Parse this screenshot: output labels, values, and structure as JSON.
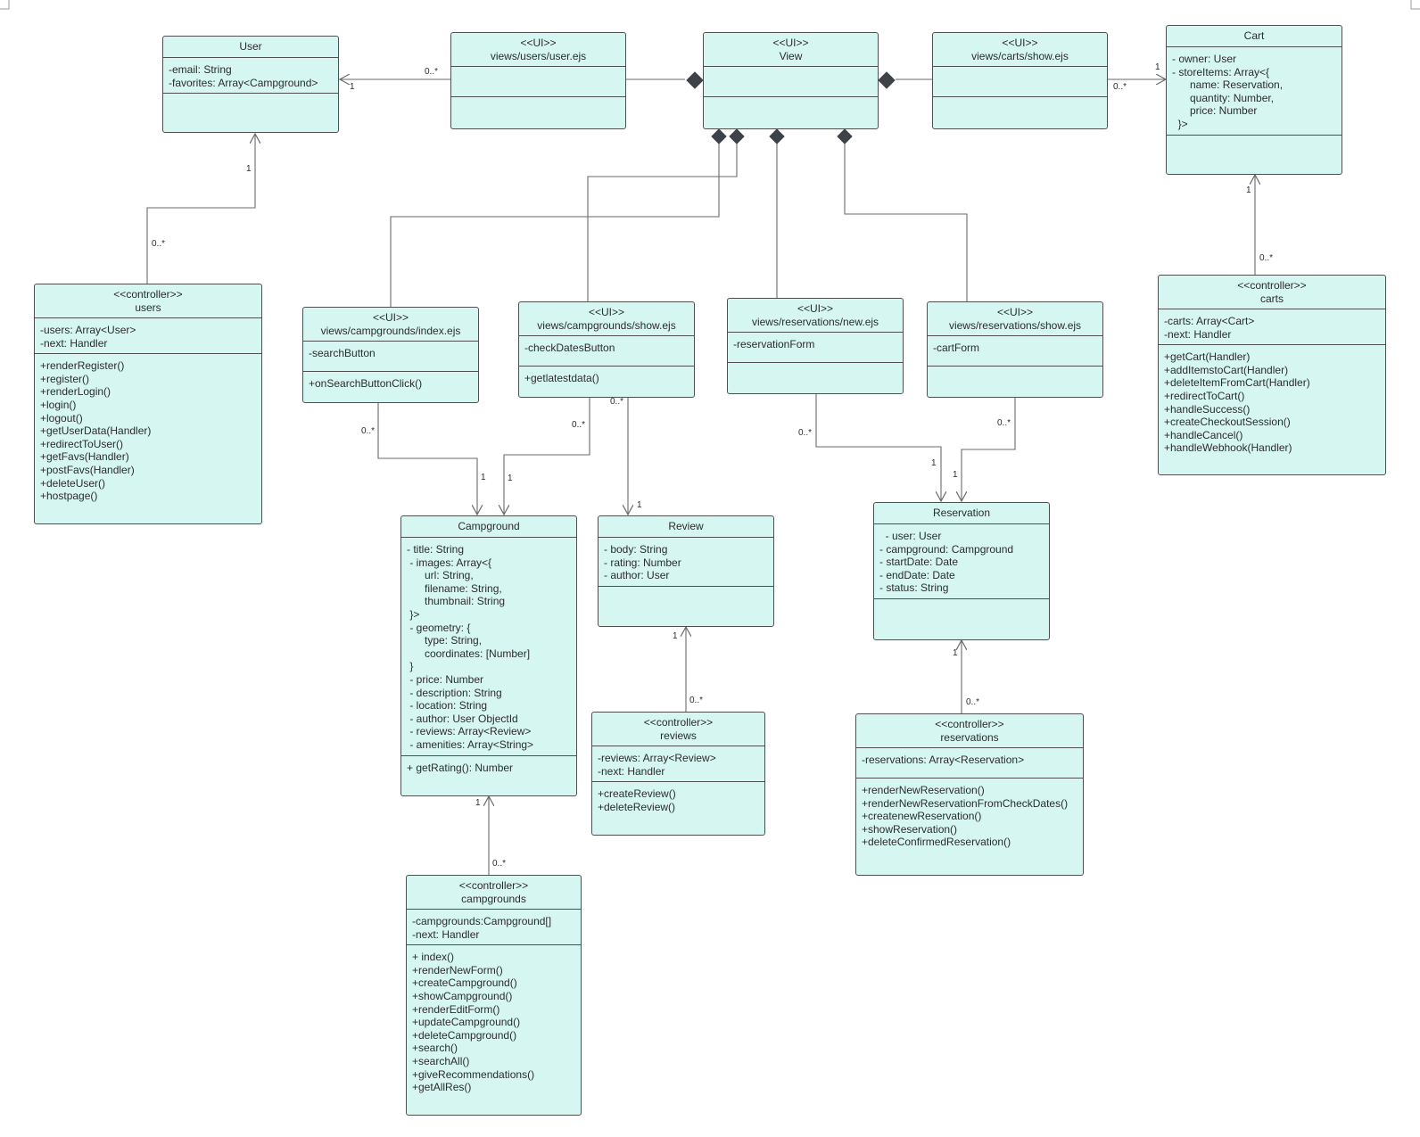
{
  "classes": {
    "user": {
      "stereo": "",
      "name": "User",
      "attrs": [
        "-email: String",
        "-favorites: Array<Campground>"
      ],
      "methods": []
    },
    "user_view": {
      "stereo": "<<UI>>",
      "name": "views/users/user.ejs",
      "attrs": [],
      "methods": []
    },
    "view": {
      "stereo": "<<UI>>",
      "name": "View",
      "attrs": [],
      "methods": []
    },
    "cart_view": {
      "stereo": "<<UI>>",
      "name": "views/carts/show.ejs",
      "attrs": [],
      "methods": []
    },
    "cart": {
      "stereo": "",
      "name": "Cart",
      "attrs": [
        "- owner: User",
        "- storeItems: Array<{",
        "      name: Reservation,",
        "      quantity: Number,",
        "      price: Number",
        "  }>"
      ],
      "methods": []
    },
    "users_ctrl": {
      "stereo": "<<controller>>",
      "name": "users",
      "attrs": [
        "-users: Array<User>",
        "-next: Handler"
      ],
      "methods": [
        "+renderRegister()",
        "+register()",
        "+renderLogin()",
        "+login()",
        "+logout()",
        "+getUserData(Handler)",
        "+redirectToUser()",
        "+getFavs(Handler)",
        "+postFavs(Handler)",
        "+deleteUser()",
        "+hostpage()"
      ]
    },
    "cg_index": {
      "stereo": "<<UI>>",
      "name": "views/campgrounds/index.ejs",
      "attrs": [
        "-searchButton"
      ],
      "methods": [
        "+onSearchButtonClick()"
      ]
    },
    "cg_show": {
      "stereo": "<<UI>>",
      "name": "views/campgrounds/show.ejs",
      "attrs": [
        "-checkDatesButton"
      ],
      "methods": [
        "+getlatestdata()"
      ]
    },
    "res_new": {
      "stereo": "<<UI>>",
      "name": "views/reservations/new.ejs",
      "attrs": [
        "-reservationForm"
      ],
      "methods": []
    },
    "res_show": {
      "stereo": "<<UI>>",
      "name": "views/reservations/show.ejs",
      "attrs": [
        "-cartForm"
      ],
      "methods": []
    },
    "carts_ctrl": {
      "stereo": "<<controller>>",
      "name": "carts",
      "attrs": [
        "-carts: Array<Cart>",
        "-next: Handler"
      ],
      "methods": [
        "+getCart(Handler)",
        "+addItemstoCart(Handler)",
        "+deleteItemFromCart(Handler)",
        "+redirectToCart()",
        "+handleSuccess()",
        "+createCheckoutSession()",
        "+handleCancel()",
        "+handleWebhook(Handler)"
      ]
    },
    "campground": {
      "stereo": "",
      "name": "Campground",
      "attrs": [
        "- title: String",
        " - images: Array<{",
        "      url: String,",
        "      filename: String,",
        "      thumbnail: String",
        " }>",
        " - geometry: {",
        "      type: String,",
        "      coordinates: [Number]",
        " }",
        " - price: Number",
        " - description: String",
        " - location: String",
        " - author: User ObjectId",
        " - reviews: Array<Review>",
        " - amenities: Array<String>"
      ],
      "methods": [
        "+ getRating(): Number"
      ]
    },
    "review": {
      "stereo": "",
      "name": "Review",
      "attrs": [
        "- body: String",
        "- rating: Number",
        "- author: User"
      ],
      "methods": []
    },
    "reservation": {
      "stereo": "",
      "name": "Reservation",
      "attrs": [
        "  - user: User",
        "- campground: Campground",
        "- startDate: Date",
        "- endDate: Date",
        "- status: String"
      ],
      "methods": []
    },
    "reviews_ctrl": {
      "stereo": "<<controller>>",
      "name": "reviews",
      "attrs": [
        "-reviews: Array<Review>",
        "-next: Handler"
      ],
      "methods": [
        "+createReview()",
        "+deleteReview()"
      ]
    },
    "reservations_ctrl": {
      "stereo": "<<controller>>",
      "name": "reservations",
      "attrs": [
        "-reservations: Array<Reservation>"
      ],
      "methods": [
        "+renderNewReservation()",
        "+renderNewReservationFromCheckDates()",
        "+createnewReservation()",
        "+showReservation()",
        "+deleteConfirmedReservation()"
      ]
    },
    "cg_ctrl": {
      "stereo": "<<controller>>",
      "name": "campgrounds",
      "attrs": [
        "-campgrounds:Campground[]",
        "-next: Handler"
      ],
      "methods": [
        "+ index()",
        "+renderNewForm()",
        "+createCampground()",
        "+showCampground()",
        "+renderEditForm()",
        "+updateCampground()",
        "+deleteCampground()",
        "+search()",
        "+searchAll()",
        "+giveRecommendations()",
        "+getAllRes()"
      ]
    }
  },
  "multiplicities": {
    "user_view_many": "0..*",
    "user_one": "1",
    "cart_view_many": "0..*",
    "cart_one": "1",
    "users_user_one": "1",
    "users_many": "0..*",
    "carts_cart_one": "1",
    "carts_many": "0..*",
    "idx_many": "0..*",
    "idx_one": "1",
    "show_cg_many": "0..*",
    "show_cg_one": "1",
    "show_rev_many": "0..*",
    "show_rev_one": "1",
    "new_many": "0..*",
    "new_one": "1",
    "rshow_many": "0..*",
    "rshow_one": "1",
    "rev_one": "1",
    "revctrl_many": "0..*",
    "res_one": "1",
    "resctrl_many": "0..*",
    "cg_one": "1",
    "cgctrl_many": "0..*"
  },
  "colors": {
    "box_fill": "#d6f7f1",
    "box_border": "#4f4f4f",
    "line": "#6a6a6a",
    "diamond": "#3d4248"
  }
}
